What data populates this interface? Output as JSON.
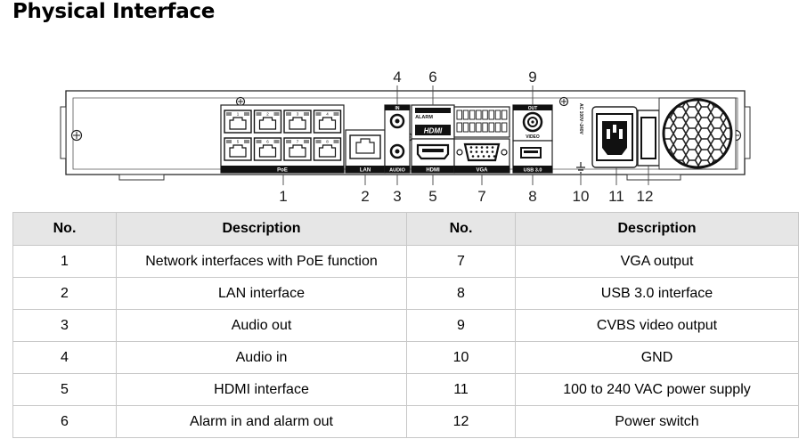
{
  "title": "Physical Interface",
  "device": {
    "port_labels": {
      "poe": "PoE",
      "lan": "LAN",
      "audio": "AUDIO",
      "in": "IN",
      "hdmi": "HDMI",
      "alarm": "ALARM",
      "vga": "VGA",
      "usb": "USB 3.0",
      "out": "OUT",
      "video": "VIDEO",
      "power_rating": "AC 100V~240V"
    },
    "poe_port_numbers": [
      "1",
      "2",
      "3",
      "4",
      "5",
      "6",
      "7",
      "8"
    ],
    "callouts": [
      "1",
      "2",
      "3",
      "4",
      "5",
      "6",
      "7",
      "8",
      "9",
      "10",
      "11",
      "12"
    ]
  },
  "table": {
    "headers": [
      "No.",
      "Description",
      "No.",
      "Description"
    ],
    "rows": [
      [
        "1",
        "Network interfaces with PoE function",
        "7",
        "VGA output"
      ],
      [
        "2",
        "LAN interface",
        "8",
        "USB 3.0 interface"
      ],
      [
        "3",
        "Audio out",
        "9",
        "CVBS video output"
      ],
      [
        "4",
        "Audio in",
        "10",
        "GND"
      ],
      [
        "5",
        "HDMI interface",
        "11",
        "100 to 240 VAC power supply"
      ],
      [
        "6",
        "Alarm in and alarm out",
        "12",
        "Power switch"
      ]
    ]
  }
}
